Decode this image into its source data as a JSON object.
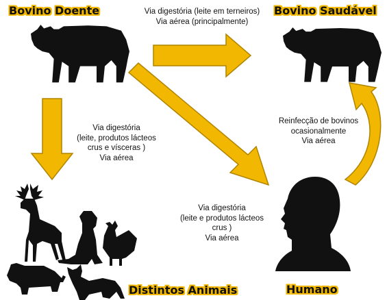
{
  "titles": {
    "sick_bovine": "Bovino Doente",
    "healthy_bovine": "Bovino Saudável",
    "animals": "Distintos Animais",
    "human": "Humano"
  },
  "routes": {
    "bovine_to_bovine": [
      "Via digestória (leite em terneiros)",
      "Via aérea (principalmente)"
    ],
    "bovine_to_animals": [
      "Via digestória",
      "(leite, produtos lácteos",
      "crus e vísceras )",
      "Via aérea"
    ],
    "bovine_to_human": [
      "Via digestória",
      "(leite e produtos lácteos",
      "crus )",
      "Via aérea"
    ],
    "human_to_bovine": [
      "Reinfecção de bovinos",
      "ocasionalmente",
      "Via aérea"
    ]
  },
  "colors": {
    "arrow_fill": "#f2b700",
    "arrow_stroke": "#b08400",
    "silhouette": "#111111",
    "title_highlight": "#f2b700"
  },
  "icons": [
    "sick-cow-icon",
    "healthy-cow-icon",
    "deer-icon",
    "dog-icon",
    "chicken-icon",
    "pig-icon",
    "cat-icon",
    "human-head-icon"
  ]
}
